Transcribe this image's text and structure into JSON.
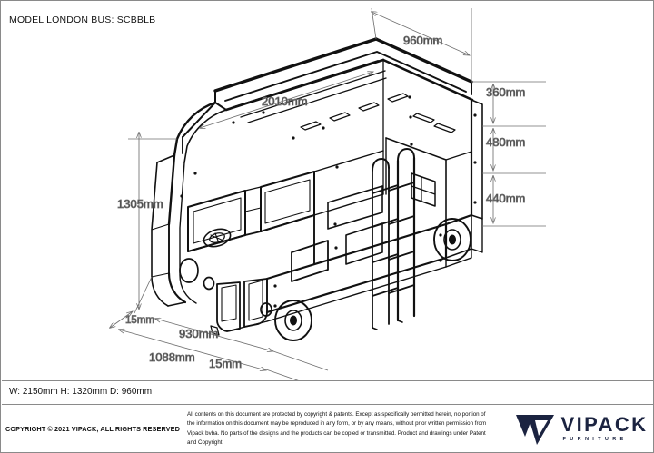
{
  "header": {
    "model_label": "MODEL LONDON BUS: SCBBLB"
  },
  "summary": {
    "overall": "W: 2150mm H: 1320mm D: 960mm"
  },
  "dimensions": {
    "depth_top": "960mm",
    "length_bed": "2010mm",
    "height_upper_rail": "360mm",
    "height_middle": "480mm",
    "height_lower": "440mm",
    "height_left_total": "1305mm",
    "foot_left": "15mm",
    "foot_width_inner": "930mm",
    "foot_width_outer": "1088mm",
    "foot_right": "15mm"
  },
  "footer": {
    "copyright": "COPYRIGHT  © 2021 VIPACK, ALL RIGHTS RESERVED",
    "legal": "All contents on this document are protected by copyright & patents. Except as specifically permitted herein, no portion of the information on this document may be reproduced in any form, or by any means, without prior written permission from Vipack bvba. No parts of the designs and the products can be copied or transmitted. Product and drawings under Patent and Copyright.",
    "logo_name": "VIPACK",
    "logo_sub": "FURNITURE"
  },
  "colors": {
    "line": "#111111",
    "dimension_line": "#6f6f6f",
    "border": "#8a8a8a",
    "logo": "#1b2340"
  }
}
